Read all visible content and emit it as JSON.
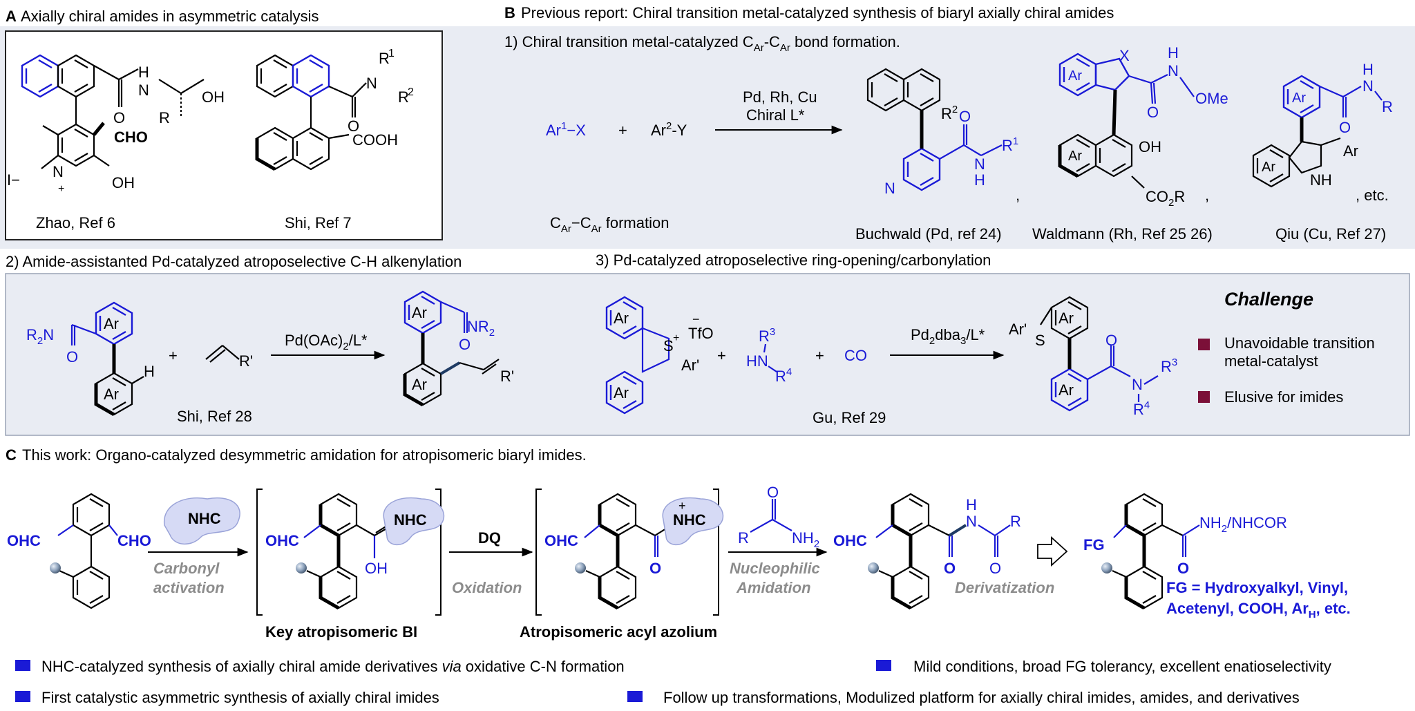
{
  "colors": {
    "panel_bg": "#e9ecf3",
    "panel_border": "#9aa3b5",
    "blue": "#1a1ad6",
    "dark_red": "#7b1038",
    "nhc_blob": "#d6daf5",
    "navy_bond": "#1f3b64"
  },
  "panel_a": {
    "title_letter": "A",
    "title": "Axially chiral amides in asymmetric catalysis",
    "zhao_ref": "Zhao, Ref 6",
    "shi_ref": "Shi, Ref 7",
    "labels": {
      "cho": "CHO",
      "oh1": "OH",
      "oh2": "OH",
      "i_minus": "I−",
      "n_plus": "N",
      "plus": "+",
      "n1": "N",
      "h1": "H",
      "r1": "R",
      "o1": "O",
      "r_sup1": "R",
      "r_sup1_n": "1",
      "r_sup2": "R",
      "r_sup2_n": "2",
      "n2": "N",
      "o2": "O",
      "cooh": "COOH"
    }
  },
  "panel_b": {
    "title_letter": "B",
    "title": "Previous report: Chiral transition metal-catalyzed synthesis of biaryl axially chiral amides",
    "sub1_a": "1) Chiral transition metal-catalyzed  C",
    "sub1_sub1": "Ar",
    "sub1_mid": "-C",
    "sub1_sub2": "Ar",
    "sub1_end": " bond formation.",
    "ar1x_ar": "Ar",
    "ar1x_sup": "1",
    "ar1x_x": "−X",
    "plus": "+",
    "ar2y_ar": "Ar",
    "ar2y_sup": "2",
    "ar2y_y": "-Y",
    "cond1": "Pd, Rh, Cu",
    "cond2": "Chiral L*",
    "car_a": "C",
    "car_sub": "Ar",
    "car_dash": "−C",
    "car_sub2": "Ar",
    "car_end": " formation",
    "buchwald": "Buchwald (Pd, ref 24)",
    "waldmann": "Waldmann (Rh, Ref 25 26)",
    "qiu": "Qiu (Cu, Ref 27)",
    "comma1": ",",
    "comma2": ",",
    "etc": ", etc.",
    "mol_labels": {
      "r2": "R",
      "r2n": "2",
      "n_pyr": "N",
      "o_b": "O",
      "n_b": "N",
      "h_b": "H",
      "r1_b": "R",
      "r1_bn": "1",
      "ar_w1": "Ar",
      "x_w": "X",
      "h_w": "H",
      "n_w": "N",
      "ome_w": "OMe",
      "o_w": "O",
      "oh_w": "OH",
      "ar_w2": "Ar",
      "co2r": "CO",
      "co2r_sub": "2",
      "co2r_r": "R",
      "ar_q1": "Ar",
      "h_q": "H",
      "n_q": "N",
      "r_q": "R",
      "o_q": "O",
      "ar_q2": "Ar",
      "ar_q3": "Ar",
      "nh_q": "NH"
    }
  },
  "panel_2": {
    "title": "2) Amide-assistanted Pd-catalyzed atroposelective C-H alkenylation",
    "r2n": "R",
    "r2n_sub": "2",
    "r2n_n": "N",
    "ar_top": "Ar",
    "ar_bot": "Ar",
    "o": "O",
    "h": "H",
    "plus": "+",
    "r_prime": "R'",
    "cond": "Pd(OAc)",
    "cond_sub": "2",
    "cond_end": "/L*",
    "shi_ref": "Shi, Ref 28",
    "prod_ar_top": "Ar",
    "prod_ar_bot": "Ar",
    "prod_o": "O",
    "prod_nr": "NR",
    "prod_nr_sub": "2",
    "prod_r": "R'"
  },
  "panel_3": {
    "title": "3) Pd-catalyzed atroposelective ring-opening/carbonylation",
    "ar_top": "Ar",
    "ar_bot": "Ar",
    "s": "S",
    "s_plus": "+",
    "ar_prime": "Ar'",
    "tfo": "TfO",
    "tfo_minus": "−",
    "plus1": "+",
    "r3": "R",
    "r3n": "3",
    "hn": "HN",
    "r4": "R",
    "r4n": "4",
    "plus2": "+",
    "co": "CO",
    "cond": "Pd",
    "cond_s1": "2",
    "cond_m": "dba",
    "cond_s2": "3",
    "cond_end": "/L*",
    "gu_ref": "Gu, Ref 29",
    "prod_arp": "Ar'",
    "prod_s": "S",
    "prod_ar1": "Ar",
    "prod_ar2": "Ar",
    "prod_o": "O",
    "prod_n": "N",
    "prod_r3": "R",
    "prod_r3n": "3",
    "prod_r4": "R",
    "prod_r4n": "4"
  },
  "challenge": {
    "title": "Challenge",
    "item1_line1": "Unavoidable transition",
    "item1_line2": "metal-catalyst",
    "item2": "Elusive for imides"
  },
  "panel_c": {
    "title_letter": "C",
    "title": "This work: Organo-catalyzed desymmetric amidation for atropisomeric biaryl imides.",
    "ohc1": "OHC",
    "cho1": "CHO",
    "nhc_blob": "NHC",
    "step1_a": "Carbonyl",
    "step1_b": "activation",
    "ohc2": "OHC",
    "nhc2": "NHC",
    "oh2": "OH",
    "key_bi": "Key atropisomeric BI",
    "dq": "DQ",
    "oxidation": "Oxidation",
    "ohc3": "OHC",
    "nhc3": "NHC",
    "nhc3_plus": "+",
    "o3": "O",
    "acyl_azolium": "Atropisomeric acyl azolium",
    "amide_r": "R",
    "amide_nh2": "NH",
    "amide_nh2_sub": "2",
    "amide_o": "O",
    "step3_a": "Nucleophilic",
    "step3_b": "Amidation",
    "ohc4": "OHC",
    "o4a": "O",
    "o4b": "O",
    "h4": "H",
    "n4": "N",
    "r4": "R",
    "derivatization": "Derivatization",
    "fg": "FG",
    "deriv_nh2": "NH",
    "deriv_nh2_sub": "2",
    "deriv_nh2_end": "/NHCOR",
    "deriv_o": "O",
    "fg_line1": "FG = Hydroxyalkyl, Vinyl,",
    "fg_line2_a": "Acetenyl, COOH, Ar",
    "fg_line2_sub": "H",
    "fg_line2_end": ", etc."
  },
  "bullets": [
    {
      "pre": "NHC-catalyzed synthesis of axially chiral amide derivatives ",
      "ital": "via",
      "post": " oxidative C-N formation"
    },
    {
      "text": "Mild conditions, broad FG tolerancy, excellent enatioselectivity"
    },
    {
      "text": "First catalystic asymmetric synthesis of axially chiral imides"
    },
    {
      "text": "Follow up transformations, Modulized platform for axially chiral imides, amides, and derivatives"
    }
  ]
}
